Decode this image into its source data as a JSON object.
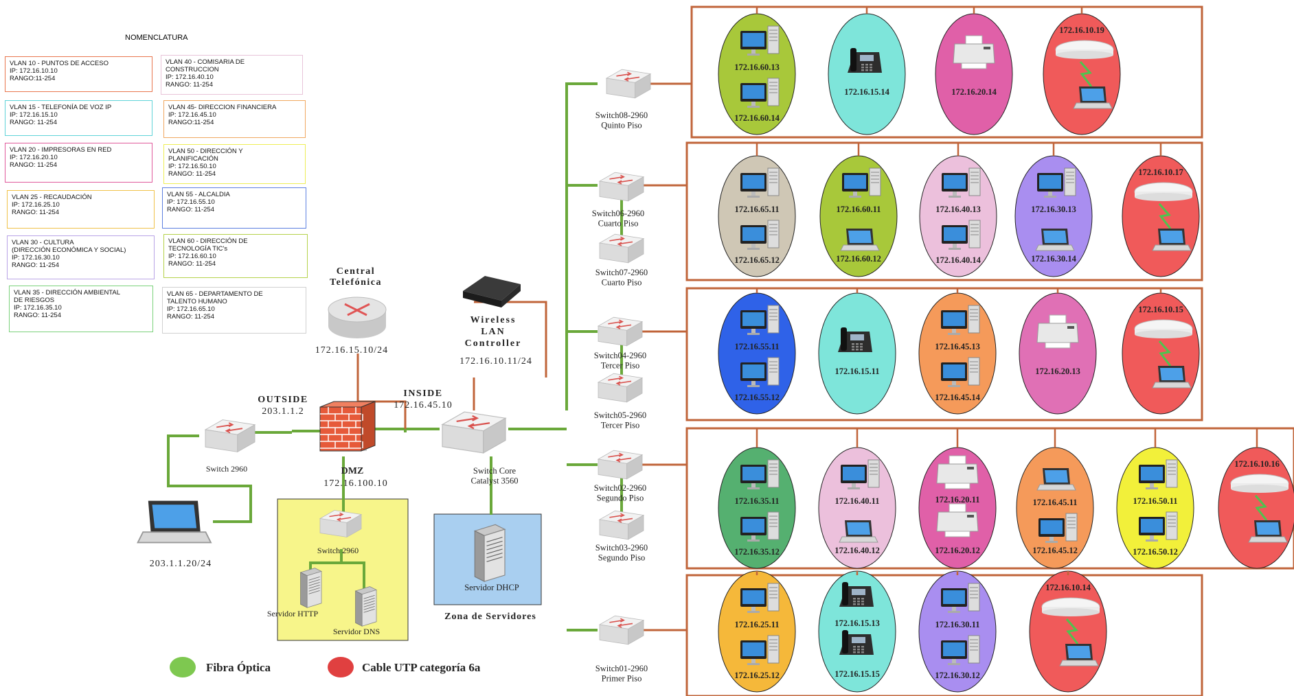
{
  "nomenclature": {
    "title": "NOMENCLATURA",
    "vlans": [
      {
        "text": "VLAN 10 - PUNTOS DE ACCESO\nIP: 172.16.10.10\nRANGO:11-254",
        "color": "#e8764e"
      },
      {
        "text": "VLAN 15 - TELEFONÍA DE VOZ IP\nIP: 172.16.15.10\nRANGO: 11-254",
        "color": "#5fd3d8"
      },
      {
        "text": "VLAN 20 - IMPRESORAS EN RED\nIP: 172.16.20.10\nRANGO: 11-254",
        "color": "#e05a9c"
      },
      {
        "text": "VLAN 25 - RECAUDACIÓN\nIP: 172.16.25.10\nRANGO: 11-254",
        "color": "#f0c24a"
      },
      {
        "text": "VLAN 30 - CULTURA\n(DIRECCIÓN ECONÓMICA Y SOCIAL)\nIP: 172.16.30.10\nRANGO: 11-254",
        "color": "#b9a3e6"
      },
      {
        "text": "VLAN 35 - DIRECCIÓN AMBIENTAL\nDE RIESGOS\nIP: 172.16.35.10\nRANGO: 11-254",
        "color": "#7bd27b"
      },
      {
        "text": "VLAN 40 - COMISARIA DE\nCONSTRUCCION\nIP: 172.16.40.10\nRANGO: 11-254",
        "color": "#e8c3d8"
      },
      {
        "text": "VLAN 45- DIRECCION FINANCIERA\nIP: 172.16.45.10\nRANGO:11-254",
        "color": "#f0a860"
      },
      {
        "text": "VLAN 50 - DIRECCIÓN Y\nPLANIFICACIÓN\nIP: 172.16.50.10\nRANGO: 11-254",
        "color": "#eeee55"
      },
      {
        "text": "VLAN 55 - ALCALDIA\nIP: 172.16.55.10\nRANGO: 11-254",
        "color": "#5b7fe0"
      },
      {
        "text": "VLAN 60 - DIRECCIÓN DE\nTECNOLOGÍA TIC's\nIP: 172.16.60.10\nRANGO: 11-254",
        "color": "#b5d24a"
      },
      {
        "text": "VLAN 65 - DEPARTAMENTO DE\nTALENTO HUMANO\nIP: 172.16.65.10\nRANGO: 11-254",
        "color": "#d0d0d0"
      }
    ]
  },
  "core": {
    "central_title": "Central\nTelefónica",
    "central_ip": "172.16.15.10/24",
    "wlc_title": "Wireless\nLAN\nController",
    "wlc_ip": "172.16.10.11/24",
    "outside_label": "OUTSIDE",
    "outside_ip": "203.1.1.2",
    "inside_label": "INSIDE",
    "inside_ip": "172.16.45.10",
    "dmz_label": "DMZ",
    "dmz_ip": "172.16.100.10",
    "switch_left": "Switch 2960",
    "laptop_ip": "203.1.1.20/24",
    "core_switch": "Switch Core\nCatalyst 3560",
    "dmz_switch": "Switch 2960",
    "http_server": "Servidor HTTP",
    "dns_server": "Servidor DNS",
    "dhcp_server": "Servidor DHCP",
    "server_zone": "Zona de Servidores"
  },
  "legend": [
    {
      "label": "Fibra Óptica",
      "color": "#7ec850"
    },
    {
      "label": "Cable UTP categoría 6a",
      "color": "#e04040"
    }
  ],
  "colors": {
    "fiber": "#6aa83a",
    "utp": "#c0643a",
    "dmz_zone": "#f7f58a",
    "server_zone": "#a9cff0"
  },
  "floor_switches": [
    {
      "label": "Switch08-2960\nQuinto Piso"
    },
    {
      "label": "Switch06-2960\nCuarto Piso"
    },
    {
      "label": "Switch07-2960\nCuarto Piso"
    },
    {
      "label": "Switch04-2960\nTercer Piso"
    },
    {
      "label": "Switch05-2960\nTercer Piso"
    },
    {
      "label": "Switch02-2960\nSegundo Piso"
    },
    {
      "label": "Switch03-2960\nSegundo Piso"
    },
    {
      "label": "Switch01-2960\nPrimer Piso"
    }
  ],
  "floors": [
    {
      "nodes": [
        {
          "color": "#a8c83a",
          "device": "pc2",
          "ips": [
            "172.16.60.13",
            "172.16.60.14"
          ]
        },
        {
          "color": "#7ee5da",
          "device": "phone",
          "ips": [
            "172.16.15.14"
          ]
        },
        {
          "color": "#e060a8",
          "device": "printer",
          "ips": [
            "172.16.20.14"
          ]
        },
        {
          "color": "#f05a5a",
          "device": "ap",
          "ips": [
            "172.16.10.19"
          ]
        }
      ]
    },
    {
      "nodes": [
        {
          "color": "#cfc7b5",
          "device": "pc2",
          "ips": [
            "172.16.65.11",
            "172.16.65.12"
          ]
        },
        {
          "color": "#a8c83a",
          "device": "pclap",
          "ips": [
            "172.16.60.11",
            "172.16.60.12"
          ]
        },
        {
          "color": "#ecc0dc",
          "device": "pc2",
          "ips": [
            "172.16.40.13",
            "172.16.40.14"
          ]
        },
        {
          "color": "#a98ef0",
          "device": "pclap",
          "ips": [
            "172.16.30.13",
            "172.16.30.14"
          ]
        },
        {
          "color": "#f05a5a",
          "device": "ap",
          "ips": [
            "172.16.10.17"
          ]
        }
      ]
    },
    {
      "nodes": [
        {
          "color": "#2f62e8",
          "device": "pc2",
          "ips": [
            "172.16.55.11",
            "172.16.55.12"
          ]
        },
        {
          "color": "#7ee5da",
          "device": "phone",
          "ips": [
            "172.16.15.11"
          ]
        },
        {
          "color": "#f59a5a",
          "device": "pc2",
          "ips": [
            "172.16.45.13",
            "172.16.45.14"
          ]
        },
        {
          "color": "#e070b5",
          "device": "printer",
          "ips": [
            "172.16.20.13"
          ]
        },
        {
          "color": "#f05a5a",
          "device": "ap",
          "ips": [
            "172.16.10.15"
          ]
        }
      ]
    },
    {
      "nodes": [
        {
          "color": "#55b070",
          "device": "pc2",
          "ips": [
            "172.16.35.11",
            "172.16.35.12"
          ]
        },
        {
          "color": "#ecc0dc",
          "device": "pclap",
          "ips": [
            "172.16.40.11",
            "172.16.40.12"
          ]
        },
        {
          "color": "#e060a8",
          "device": "printer2",
          "ips": [
            "172.16.20.11",
            "172.16.20.12"
          ]
        },
        {
          "color": "#f59a5a",
          "device": "lappc",
          "ips": [
            "172.16.45.11",
            "172.16.45.12"
          ]
        },
        {
          "color": "#f2f03a",
          "device": "pc2",
          "ips": [
            "172.16.50.11",
            "172.16.50.12"
          ]
        },
        {
          "color": "#f05a5a",
          "device": "ap",
          "ips": [
            "172.16.10.16"
          ]
        }
      ]
    },
    {
      "nodes": [
        {
          "color": "#f5b83a",
          "device": "pc2",
          "ips": [
            "172.16.25.11",
            "172.16.25.12"
          ]
        },
        {
          "color": "#7ee5da",
          "device": "phone2",
          "ips": [
            "172.16.15.13",
            "172.16.15.15"
          ]
        },
        {
          "color": "#a98ef0",
          "device": "pc2",
          "ips": [
            "172.16.30.11",
            "172.16.30.12"
          ]
        },
        {
          "color": "#f05a5a",
          "device": "ap",
          "ips": [
            "172.16.10.14"
          ]
        }
      ]
    }
  ]
}
